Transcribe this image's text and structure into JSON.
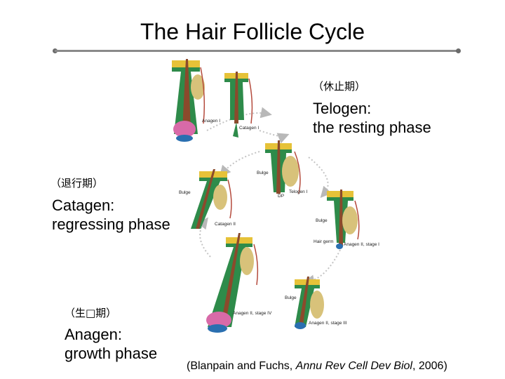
{
  "title": "The Hair Follicle Cycle",
  "telogen": {
    "cjk": "（休止期）",
    "name": "Telogen:",
    "desc": "the resting phase"
  },
  "catagen": {
    "cjk": "（退行期）",
    "name": "Catagen:",
    "desc": "regressing phase"
  },
  "anagen": {
    "cjk": "（生□期）",
    "name": "Anagen:",
    "desc": "growth phase"
  },
  "citation": {
    "prefix": "(Blanpain and Fuchs, ",
    "journal": "Annu Rev Cell Dev Biol",
    "suffix": ", 2006)"
  },
  "figure_labels": {
    "anagen_i": "Anagen I",
    "catagen_i": "Catagen I",
    "bulge_1": "Bulge",
    "bulge_2": "Bulge",
    "bulge_3": "Bulge",
    "bulge_4": "Bulge",
    "telogen_i": "Telogen I",
    "dp": "DP",
    "catagen_ii": "Catagen II",
    "hair_germ": "Hair germ",
    "anagen_ii_stage_i": "Anagen II, stage I",
    "anagen_ii_stage_iii": "Anagen II, stage III",
    "anagen_ii_stage_iv": "Anagen II, stage IV"
  },
  "colors": {
    "hair_shaft": "#8b4a2c",
    "outer_sheath": "#2e8b4a",
    "bulge_tissue": "#d8c27a",
    "bulb": "#d86aa8",
    "cycle_arrow": "#b8b8b8"
  }
}
